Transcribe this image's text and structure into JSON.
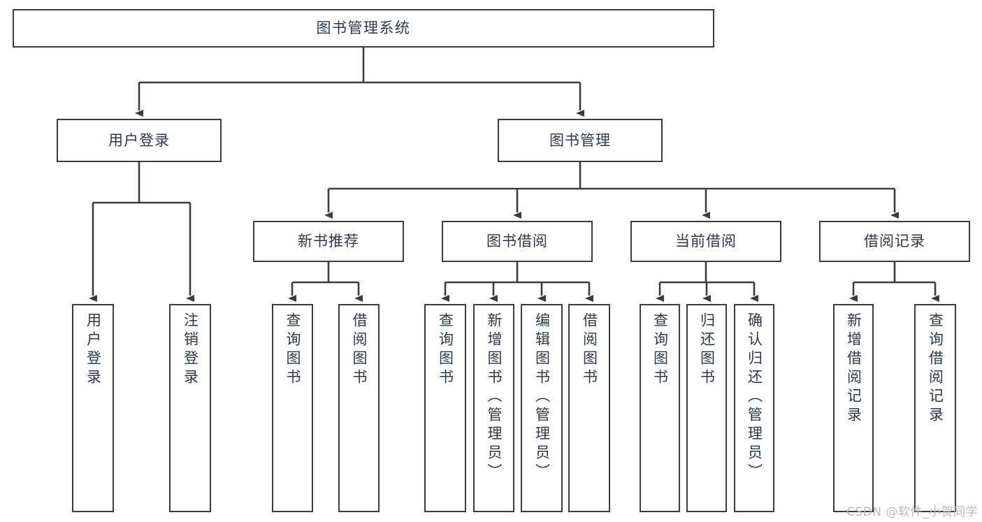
{
  "diagram": {
    "title": "图书管理系统",
    "type": "tree",
    "colors": {
      "stroke": "#3c3c3c",
      "text": "#2b3a4a",
      "background": "#ffffff",
      "watermark": "#b9b9b9"
    },
    "root": {
      "label": "图书管理系统"
    },
    "level2": [
      {
        "label": "用户登录"
      },
      {
        "label": "图书管理"
      }
    ],
    "level3": [
      {
        "label": "新书推荐"
      },
      {
        "label": "图书借阅"
      },
      {
        "label": "当前借阅"
      },
      {
        "label": "借阅记录"
      }
    ],
    "leaves": {
      "user_login": [
        {
          "label": "用户登录"
        },
        {
          "label": "注销登录"
        }
      ],
      "new_book_recommend": [
        {
          "label": "查询图书"
        },
        {
          "label": "借阅图书"
        }
      ],
      "book_borrow": [
        {
          "label": "查询图书"
        },
        {
          "label": "新增图书（管理员）"
        },
        {
          "label": "编辑图书（管理员）"
        },
        {
          "label": "借阅图书"
        }
      ],
      "current_borrow": [
        {
          "label": "查询图书"
        },
        {
          "label": "归还图书"
        },
        {
          "label": "确认归还（管理员）"
        }
      ],
      "borrow_record": [
        {
          "label": "新增借阅记录"
        },
        {
          "label": "查询借阅记录"
        }
      ]
    }
  },
  "watermark": {
    "text": "CSDN @软件_小贺同学"
  }
}
